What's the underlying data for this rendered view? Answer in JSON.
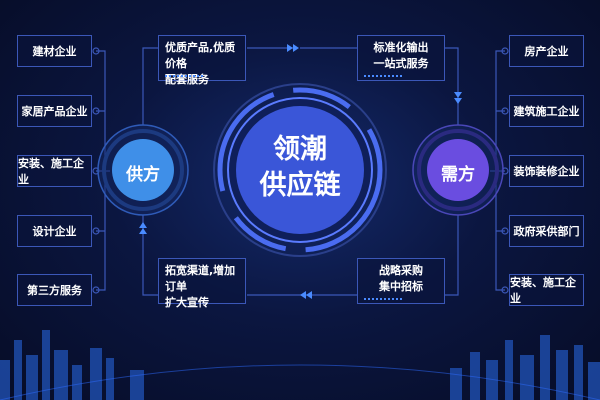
{
  "center": {
    "line1": "领潮",
    "line2": "供应链"
  },
  "supply": {
    "label": "供方",
    "items": [
      "建材企业",
      "家居产品企业",
      "安装、施工企业",
      "设计企业",
      "第三方服务"
    ]
  },
  "demand": {
    "label": "需方",
    "items": [
      "房产企业",
      "建筑施工企业",
      "装饰装修企业",
      "政府采供部门",
      "安装、施工企业"
    ]
  },
  "flows": {
    "top_left": {
      "line1": "优质产品,优质价格",
      "line2": "配套服务"
    },
    "top_right": {
      "line1": "标准化输出",
      "line2": "一站式服务"
    },
    "bottom_left": {
      "line1": "拓宽渠道,增加订单",
      "line2": "扩大宣传"
    },
    "bottom_right": {
      "line1": "战略采购",
      "line2": "集中招标"
    }
  },
  "colors": {
    "supply": "#3f8fe8",
    "demand": "#6a4de0",
    "center": "#3a56d8",
    "line": "#3b57b8"
  }
}
